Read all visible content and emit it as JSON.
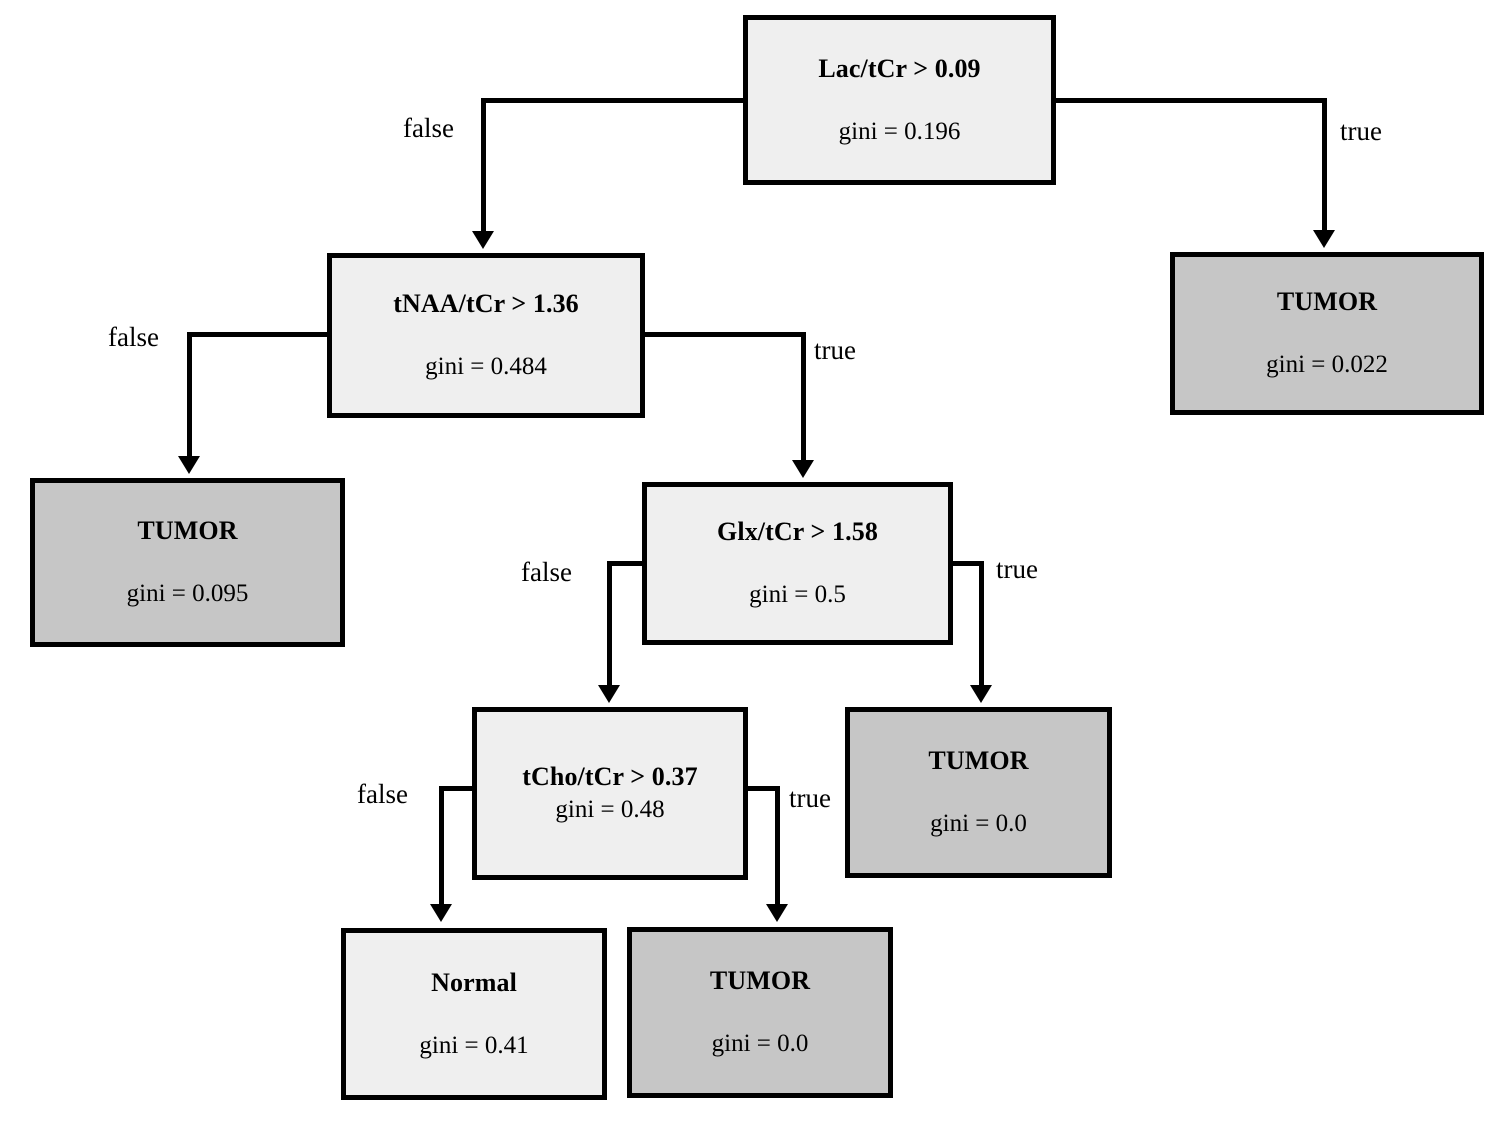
{
  "diagram": {
    "type": "decision-tree",
    "title": "",
    "colors": {
      "internal_node_fill": "#efefef",
      "leaf_tumor_fill": "#c6c6c6",
      "border": "#000000",
      "background": "#ffffff"
    },
    "nodes": [
      {
        "id": "root",
        "label": "Lac/tCr > 0.09",
        "gini": "gini = 0.196",
        "kind": "internal",
        "fill": "light"
      },
      {
        "id": "tnaa",
        "label": "tNAA/tCr > 1.36",
        "gini": "gini = 0.484",
        "kind": "internal",
        "fill": "light"
      },
      {
        "id": "tumor-022",
        "label": "TUMOR",
        "gini": "gini = 0.022",
        "kind": "leaf",
        "fill": "gray"
      },
      {
        "id": "tumor-095",
        "label": "TUMOR",
        "gini": "gini = 0.095",
        "kind": "leaf",
        "fill": "gray"
      },
      {
        "id": "glx",
        "label": "Glx/tCr > 1.58",
        "gini": "gini = 0.5",
        "kind": "internal",
        "fill": "light"
      },
      {
        "id": "tcho",
        "label": "tCho/tCr > 0.37",
        "gini": "gini = 0.48",
        "kind": "internal",
        "fill": "light"
      },
      {
        "id": "tumor-00-right",
        "label": "TUMOR",
        "gini": "gini = 0.0",
        "kind": "leaf",
        "fill": "gray"
      },
      {
        "id": "normal-041",
        "label": "Normal",
        "gini": "gini = 0.41",
        "kind": "leaf",
        "fill": "light"
      },
      {
        "id": "tumor-00-bottom",
        "label": "TUMOR",
        "gini": "gini = 0.0",
        "kind": "leaf",
        "fill": "gray"
      }
    ],
    "edges": [
      {
        "from": "root",
        "to": "tnaa",
        "label": "false"
      },
      {
        "from": "root",
        "to": "tumor-022",
        "label": "true"
      },
      {
        "from": "tnaa",
        "to": "tumor-095",
        "label": "false"
      },
      {
        "from": "tnaa",
        "to": "glx",
        "label": "true"
      },
      {
        "from": "glx",
        "to": "tcho",
        "label": "false"
      },
      {
        "from": "glx",
        "to": "tumor-00-right",
        "label": "true"
      },
      {
        "from": "tcho",
        "to": "normal-041",
        "label": "false"
      },
      {
        "from": "tcho",
        "to": "tumor-00-bottom",
        "label": "true"
      }
    ]
  }
}
